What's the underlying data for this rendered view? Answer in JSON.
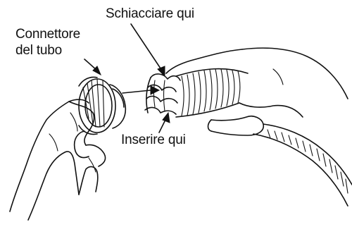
{
  "labels": {
    "connector_line1": "Connettore",
    "connector_line2": "del tubo",
    "squeeze_here": "Schiacciare qui",
    "insert_here": "Inserire qui"
  }
}
